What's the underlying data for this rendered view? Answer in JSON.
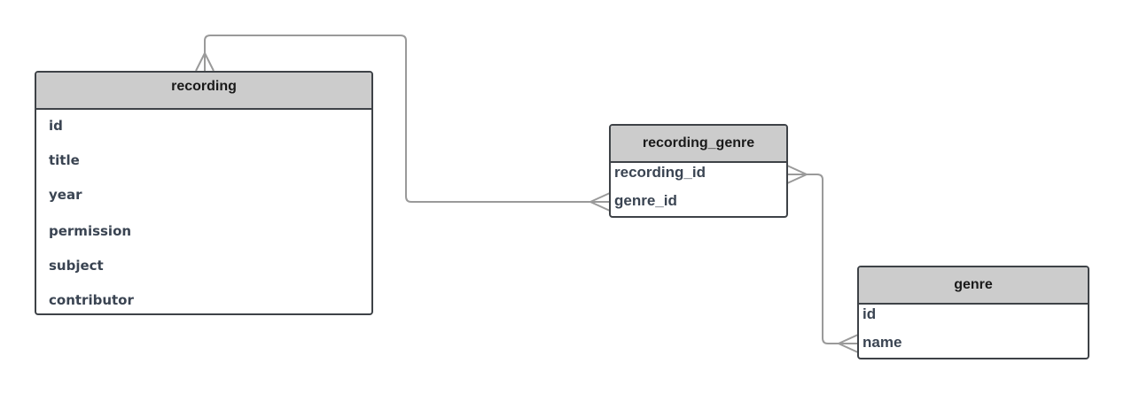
{
  "diagram": {
    "line_color": "#9a9a9a",
    "header_color": "#cccccc",
    "border_color": "#3e4247",
    "entities": {
      "recording": {
        "title": "recording",
        "fields": [
          "id",
          "title",
          "year",
          "permission",
          "subject",
          "contributor"
        ]
      },
      "recording_genre": {
        "title": "recording_genre",
        "fields": [
          "recording_id",
          "genre_id"
        ]
      },
      "genre": {
        "title": "genre",
        "fields": [
          "id",
          "name"
        ]
      }
    },
    "relationships": [
      {
        "from": "recording",
        "to": "recording_genre.genre_id",
        "from_end": "many",
        "to_end": "many"
      },
      {
        "from": "recording_genre.recording_id",
        "to": "genre.name",
        "from_end": "many",
        "to_end": "many"
      }
    ]
  }
}
